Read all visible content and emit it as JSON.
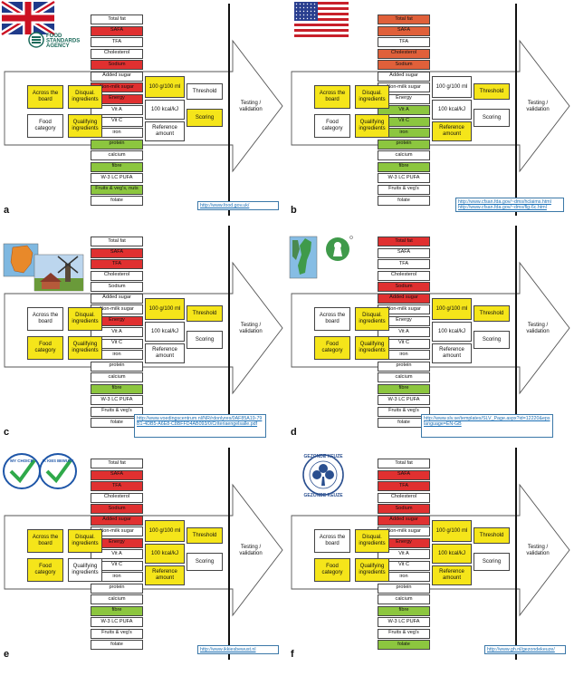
{
  "colors": {
    "red": "#e03030",
    "orange": "#e0603a",
    "yellow": "#f5e51a",
    "green": "#8cc63f",
    "white": "#ffffff",
    "uk_blue": "#1f3a8a",
    "uk_red": "#cc1122",
    "us_red": "#c8202a",
    "us_blue": "#2a3f8f",
    "nl_orange": "#e8892a",
    "se_green": "#3f9a4a",
    "choice_blue": "#1e56a8",
    "choice_green": "#2fa94a",
    "gk_blue": "#2a4f8f"
  },
  "nutrients": [
    "Total fat",
    "SAFA",
    "TFA",
    "Cholesterol",
    "Sodium",
    "Added sugar",
    "Non-milk sugar",
    "Energy",
    "Vit A",
    "Vit C",
    "iron",
    "protein",
    "calcium",
    "fibre",
    "W-3 LC PUFA",
    "Fruits & veg's",
    "folate"
  ],
  "concepts": {
    "across": "Across the board",
    "disqual": "Disqual. ingredients",
    "food_category": "Food category",
    "qualifying": "Qualifying ingredients",
    "per100": "100 g/100 ml",
    "kcal": "100 kcal/kJ",
    "reference": "Reference amount",
    "threshold": "Threshold",
    "scoring": "Scoring",
    "testing": "Testing / validation"
  },
  "panels": [
    {
      "label": "a",
      "logo": "uk-fsa",
      "logo_text": [
        "FOOD",
        "STANDARDS",
        "AGENCY"
      ],
      "nutrient_colors": [
        "white",
        "red",
        "white",
        "white",
        "red",
        "white",
        "red",
        "red",
        "white",
        "white",
        "white",
        "green",
        "white",
        "green",
        "white",
        "green",
        "white"
      ],
      "nutrient_overrides": {
        "15": "Fruits & veg's, nuts"
      },
      "concept_colors": {
        "across": "yellow",
        "disqual": "yellow",
        "food_category": "white",
        "qualifying": "yellow",
        "per100": "yellow",
        "kcal": "white",
        "reference": "white",
        "threshold": "white",
        "scoring": "yellow"
      },
      "links": [
        "http://www.food.gov.uk/"
      ]
    },
    {
      "label": "b",
      "logo": "us-flag",
      "nutrient_colors": [
        "orange",
        "orange",
        "white",
        "orange",
        "orange",
        "white",
        "white",
        "white",
        "green",
        "green",
        "green",
        "green",
        "white",
        "green",
        "white",
        "white",
        "white"
      ],
      "nutrient_overrides": {},
      "concept_colors": {
        "across": "yellow",
        "disqual": "yellow",
        "food_category": "white",
        "qualifying": "yellow",
        "per100": "white",
        "kcal": "white",
        "reference": "yellow",
        "threshold": "yellow",
        "scoring": "white"
      },
      "links": [
        "http://www.cfsan.fda.gov/~dms/hclaims.html",
        "http://www.cfsan.fda.gov/~dms/flg-6c.html"
      ]
    },
    {
      "label": "c",
      "logo": "nl-map",
      "nutrient_colors": [
        "white",
        "red",
        "red",
        "white",
        "white",
        "white",
        "white",
        "red",
        "white",
        "white",
        "white",
        "white",
        "white",
        "green",
        "white",
        "white",
        "white"
      ],
      "nutrient_overrides": {},
      "concept_colors": {
        "across": "white",
        "disqual": "yellow",
        "food_category": "yellow",
        "qualifying": "yellow",
        "per100": "yellow",
        "kcal": "white",
        "reference": "white",
        "threshold": "yellow",
        "scoring": "white"
      },
      "links": [
        "http://www.voedingscentrum.nl/NR/rdonlyres/0AF85A19-79B1-4DB5-A6E8-C8BFFD4AB093/0/Criteriaengelsalle.pdf"
      ]
    },
    {
      "label": "d",
      "logo": "se-keyhole",
      "nutrient_colors": [
        "red",
        "white",
        "white",
        "white",
        "red",
        "red",
        "white",
        "white",
        "white",
        "white",
        "white",
        "white",
        "white",
        "green",
        "white",
        "white",
        "white"
      ],
      "nutrient_overrides": {},
      "concept_colors": {
        "across": "white",
        "disqual": "yellow",
        "food_category": "yellow",
        "qualifying": "yellow",
        "per100": "yellow",
        "kcal": "white",
        "reference": "white",
        "threshold": "yellow",
        "scoring": "white"
      },
      "links": [
        "http://www.slv.se/templates/SLV_Page.aspx?id=12220&epslanguage=EN-GB"
      ]
    },
    {
      "label": "e",
      "logo": "choices",
      "logo_text": [
        "MY CHOICE",
        "IK KIES BEWUST"
      ],
      "nutrient_colors": [
        "white",
        "red",
        "red",
        "white",
        "red",
        "red",
        "white",
        "red",
        "white",
        "white",
        "white",
        "white",
        "white",
        "green",
        "white",
        "white",
        "white"
      ],
      "nutrient_overrides": {},
      "concept_colors": {
        "across": "yellow",
        "disqual": "yellow",
        "food_category": "yellow",
        "qualifying": "white",
        "per100": "yellow",
        "kcal": "yellow",
        "reference": "yellow",
        "threshold": "yellow",
        "scoring": "white"
      },
      "links": [
        "http://www.ikkiesbewust.nl"
      ]
    },
    {
      "label": "f",
      "logo": "gezonde-keuze",
      "logo_text": [
        "GEZONDE KEUZE",
        "GEZONDE KEUZE"
      ],
      "nutrient_colors": [
        "white",
        "red",
        "red",
        "white",
        "red",
        "red",
        "white",
        "red",
        "white",
        "white",
        "white",
        "white",
        "white",
        "green",
        "white",
        "white",
        "green"
      ],
      "nutrient_overrides": {},
      "concept_colors": {
        "across": "white",
        "disqual": "yellow",
        "food_category": "yellow",
        "qualifying": "yellow",
        "per100": "yellow",
        "kcal": "yellow",
        "reference": "yellow",
        "threshold": "yellow",
        "scoring": "white"
      },
      "links": [
        "http://www.gh.nl/gezondekeuze/"
      ]
    }
  ]
}
